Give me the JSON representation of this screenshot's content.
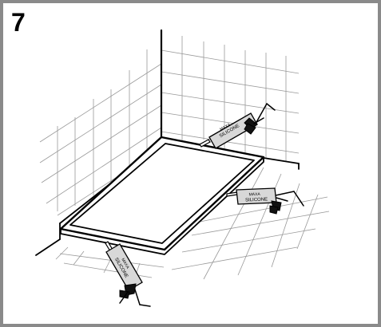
{
  "step": {
    "number": "7"
  },
  "cartridges": [
    {
      "brand": "MAXA",
      "product": "SILICONE"
    },
    {
      "brand": "MAXA",
      "product": "SILICONE"
    },
    {
      "brand": "MAXA",
      "product": "SILICONE"
    }
  ],
  "colors": {
    "frame": "#8a8a8a",
    "grid": "#999999",
    "ink": "#000000",
    "cartridge": "#d8d8d8"
  }
}
